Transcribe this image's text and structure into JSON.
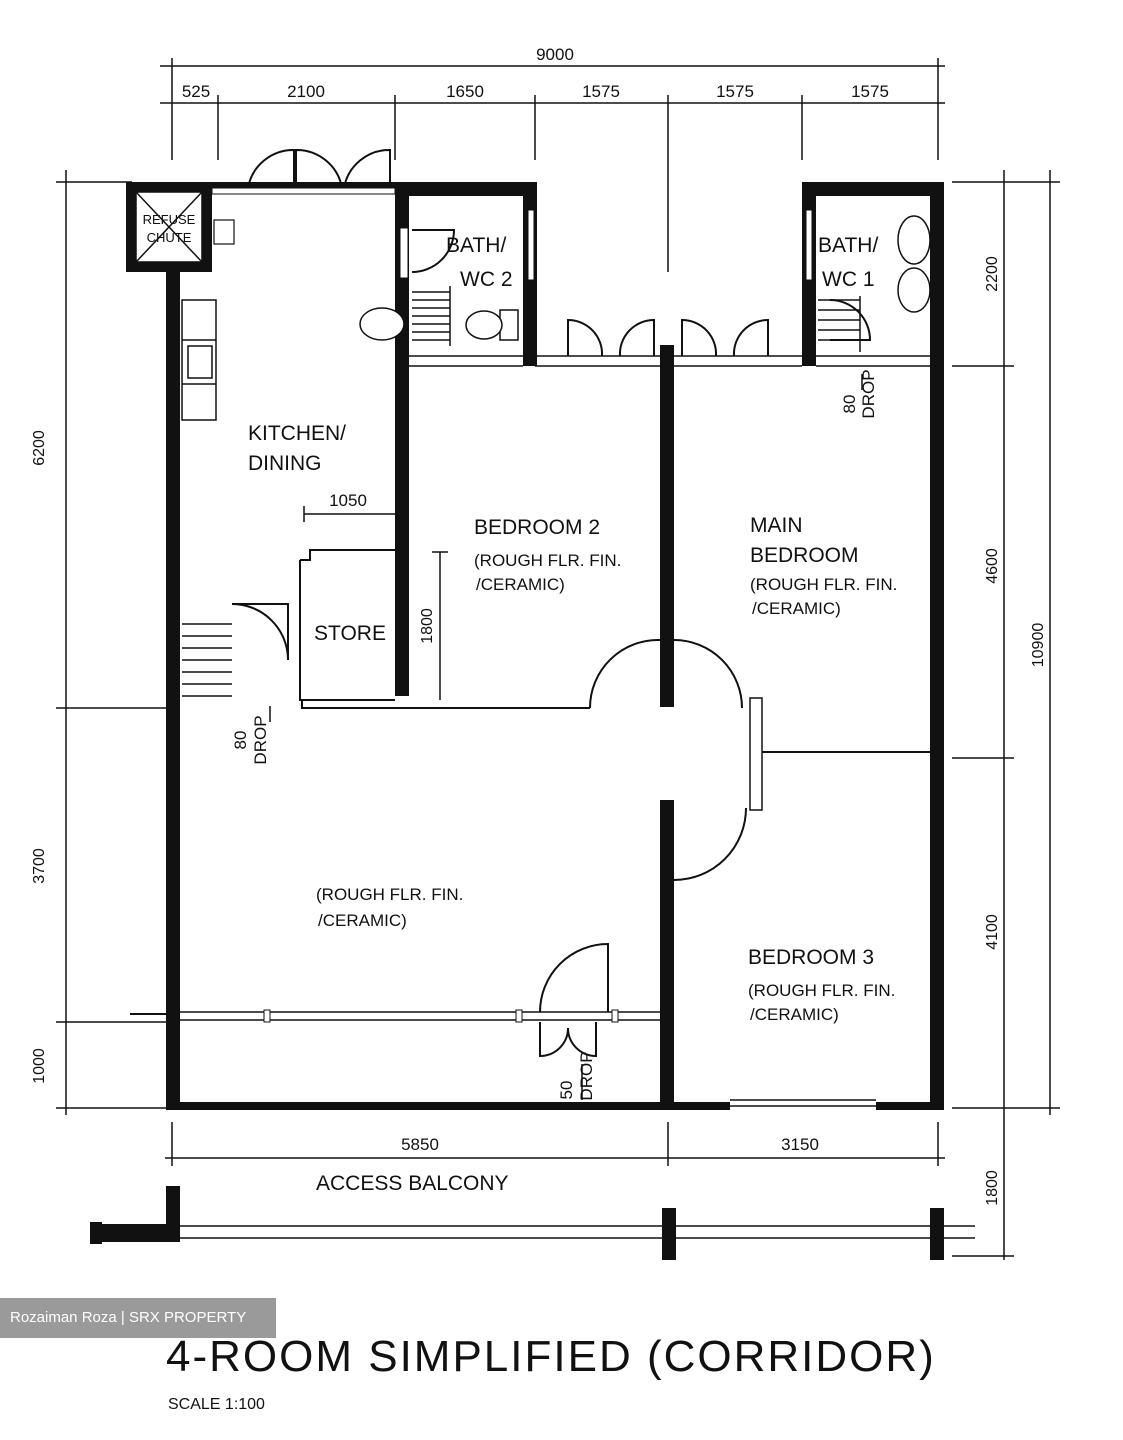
{
  "dimensions": {
    "overall_width": "9000",
    "top": [
      "525",
      "2100",
      "1650",
      "1575",
      "1575",
      "1575"
    ],
    "bottom": [
      "5850",
      "3150"
    ],
    "left": [
      "6200",
      "3700",
      "1000"
    ],
    "right": [
      "2200",
      "4600",
      "4100",
      "1800"
    ],
    "overall_depth": "10900",
    "store_width": "1050",
    "store_depth": "1800"
  },
  "rooms": {
    "refuse_chute": [
      "REFUSE",
      "CHUTE"
    ],
    "bath_wc_2": [
      "BATH/",
      "WC 2"
    ],
    "bath_wc_1": [
      "BATH/",
      "WC 1"
    ],
    "kitchen_dining": [
      "KITCHEN/",
      "DINING"
    ],
    "bedroom_2": "BEDROOM 2",
    "main_bedroom": [
      "MAIN",
      "BEDROOM"
    ],
    "store": "STORE",
    "bedroom_3": "BEDROOM 3",
    "living": [
      "(ROUGH FLR. FIN.",
      "/CERAMIC)"
    ],
    "finish_note": [
      "(ROUGH FLR. FIN.",
      "/CERAMIC)"
    ]
  },
  "drops": {
    "wc1": [
      "80",
      "DROP"
    ],
    "kitchen": [
      "80",
      "DROP"
    ],
    "entrance": [
      "50",
      "DROP"
    ]
  },
  "access_balcony": "ACCESS BALCONY",
  "watermark": "Rozaiman Roza | SRX PROPERTY",
  "title": "4-ROOM SIMPLIFIED (CORRIDOR)",
  "scale": "SCALE   1:100"
}
